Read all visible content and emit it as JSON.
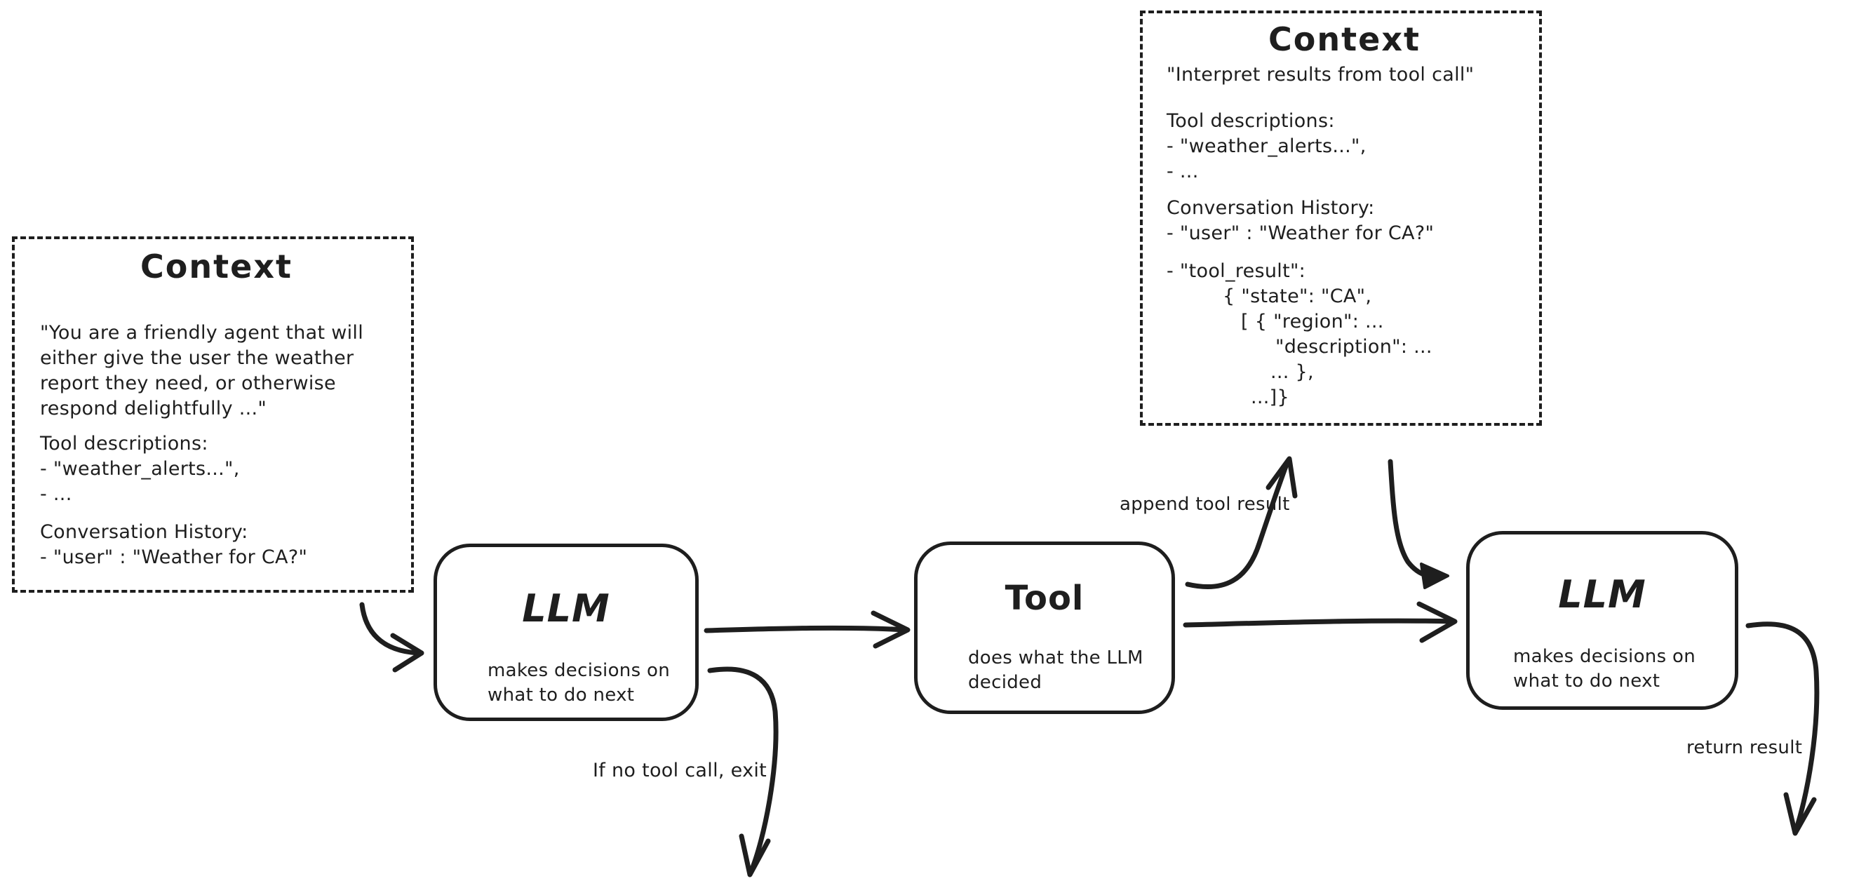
{
  "colors": {
    "ink": "#1e1e1e",
    "background": "#ffffff"
  },
  "context_left": {
    "title": "Context",
    "paragraphs": [
      [
        "\"You are a friendly agent that will",
        "either give the user the weather",
        "report they need, or otherwise",
        "respond delightfully ...\""
      ],
      [
        "Tool descriptions:",
        "- \"weather_alerts...\",",
        "- ..."
      ],
      [
        "Conversation History:",
        "- \"user\" : \"Weather for CA?\""
      ]
    ]
  },
  "context_right": {
    "title": "Context",
    "intro": "\"Interpret results from tool call\"",
    "paragraphs": [
      [
        "Tool descriptions:",
        "- \"weather_alerts...\",",
        "- ..."
      ],
      [
        "Conversation History:",
        "- \"user\" : \"Weather for CA?\""
      ],
      [
        "- \"tool_result\":",
        "{ \"state\": \"CA\",",
        "[ { \"region\": ...",
        "\"description\": ...",
        "... },",
        "...]}"
      ]
    ]
  },
  "nodes": {
    "llm1": {
      "title": "LLM",
      "subtitle_lines": [
        "makes decisions on",
        "what to do next"
      ]
    },
    "tool": {
      "title": "Tool",
      "subtitle_lines": [
        "does what the LLM",
        "decided"
      ]
    },
    "llm2": {
      "title": "LLM",
      "subtitle_lines": [
        "makes decisions on",
        "what to do next"
      ]
    }
  },
  "edge_labels": {
    "append_tool_result": "append tool result",
    "if_no_tool_call_exit": "If no tool call, exit",
    "return_result": "return result"
  }
}
